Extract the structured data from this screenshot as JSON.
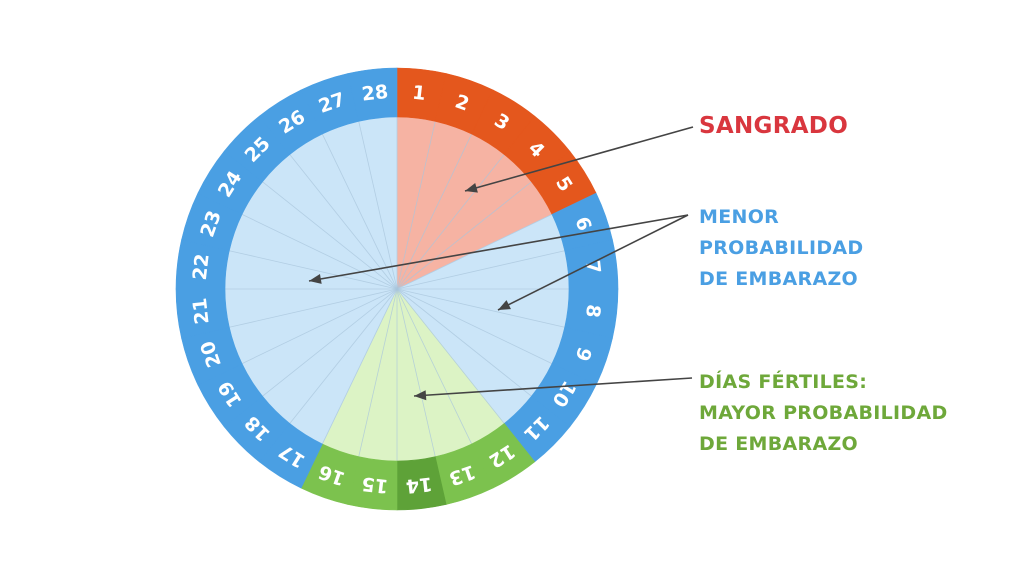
{
  "cycle": {
    "days": [
      {
        "day": "1",
        "phase": "bleeding"
      },
      {
        "day": "2",
        "phase": "bleeding"
      },
      {
        "day": "3",
        "phase": "bleeding"
      },
      {
        "day": "4",
        "phase": "bleeding"
      },
      {
        "day": "5",
        "phase": "bleeding"
      },
      {
        "day": "6",
        "phase": "low"
      },
      {
        "day": "7",
        "phase": "low"
      },
      {
        "day": "8",
        "phase": "low"
      },
      {
        "day": "9",
        "phase": "low"
      },
      {
        "day": "10",
        "phase": "low"
      },
      {
        "day": "11",
        "phase": "low"
      },
      {
        "day": "12",
        "phase": "fertile"
      },
      {
        "day": "13",
        "phase": "fertile"
      },
      {
        "day": "14",
        "phase": "ovulation"
      },
      {
        "day": "15",
        "phase": "fertile"
      },
      {
        "day": "16",
        "phase": "fertile"
      },
      {
        "day": "17",
        "phase": "low"
      },
      {
        "day": "18",
        "phase": "low"
      },
      {
        "day": "19",
        "phase": "low"
      },
      {
        "day": "20",
        "phase": "low"
      },
      {
        "day": "21",
        "phase": "low"
      },
      {
        "day": "22",
        "phase": "low"
      },
      {
        "day": "23",
        "phase": "low"
      },
      {
        "day": "24",
        "phase": "low"
      },
      {
        "day": "25",
        "phase": "low"
      },
      {
        "day": "26",
        "phase": "low"
      },
      {
        "day": "27",
        "phase": "low"
      },
      {
        "day": "28",
        "phase": "low"
      }
    ]
  },
  "legend": {
    "bleeding": {
      "lines": [
        "SANGRADO"
      ]
    },
    "low": {
      "lines": [
        "MENOR",
        "PROBABILIDAD",
        "DE EMBARAZO"
      ]
    },
    "fertile": {
      "lines": [
        "DÍAS FÉRTILES:",
        "MAYOR PROBABILIDAD",
        "DE EMBARAZO"
      ]
    }
  },
  "colors": {
    "bleeding_ring": "#e4571d",
    "bleeding_fill": "#f6b3a3",
    "low_ring": "#4a9fe3",
    "low_fill": "#cbe5f8",
    "fertile_ring": "#7cc24e",
    "ovulation_ring": "#5ea238",
    "fertile_fill": "#dcf3c5",
    "bleeding_text": "#d9363e",
    "low_text": "#4a9fe3",
    "fertile_text": "#6ea83a",
    "arrow": "#444444",
    "divider": "#a9c6dc"
  }
}
